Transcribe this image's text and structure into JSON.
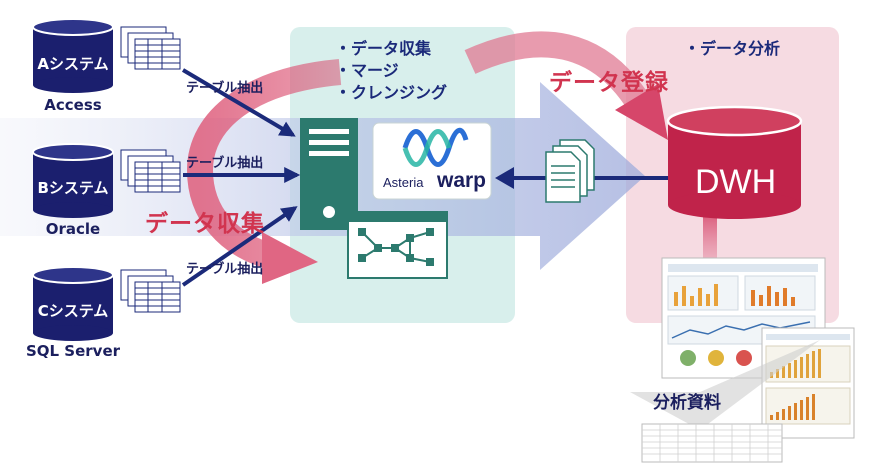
{
  "systems": [
    {
      "name": "Aシステム",
      "db": "Access"
    },
    {
      "name": "Bシステム",
      "db": "Oracle"
    },
    {
      "name": "Cシステム",
      "db": "SQL Server"
    }
  ],
  "extract_label": "テーブル抽出",
  "collect_box": {
    "items": [
      "・データ収集",
      "・マージ",
      "・クレンジング"
    ]
  },
  "collect_flow_label": "データ収集",
  "asteria": {
    "brand": "Asteria",
    "product": "warp"
  },
  "register_label": "データ登録",
  "analysis_box": {
    "title": "・データ分析"
  },
  "dwh_label": "DWH",
  "report_label": "分析資料",
  "colors": {
    "navy": "#1b2a7a",
    "crimson": "#c0234a",
    "mint_panel": "#d8efec",
    "pink_panel": "#f6dbe2",
    "teal": "#2c7a6e"
  }
}
